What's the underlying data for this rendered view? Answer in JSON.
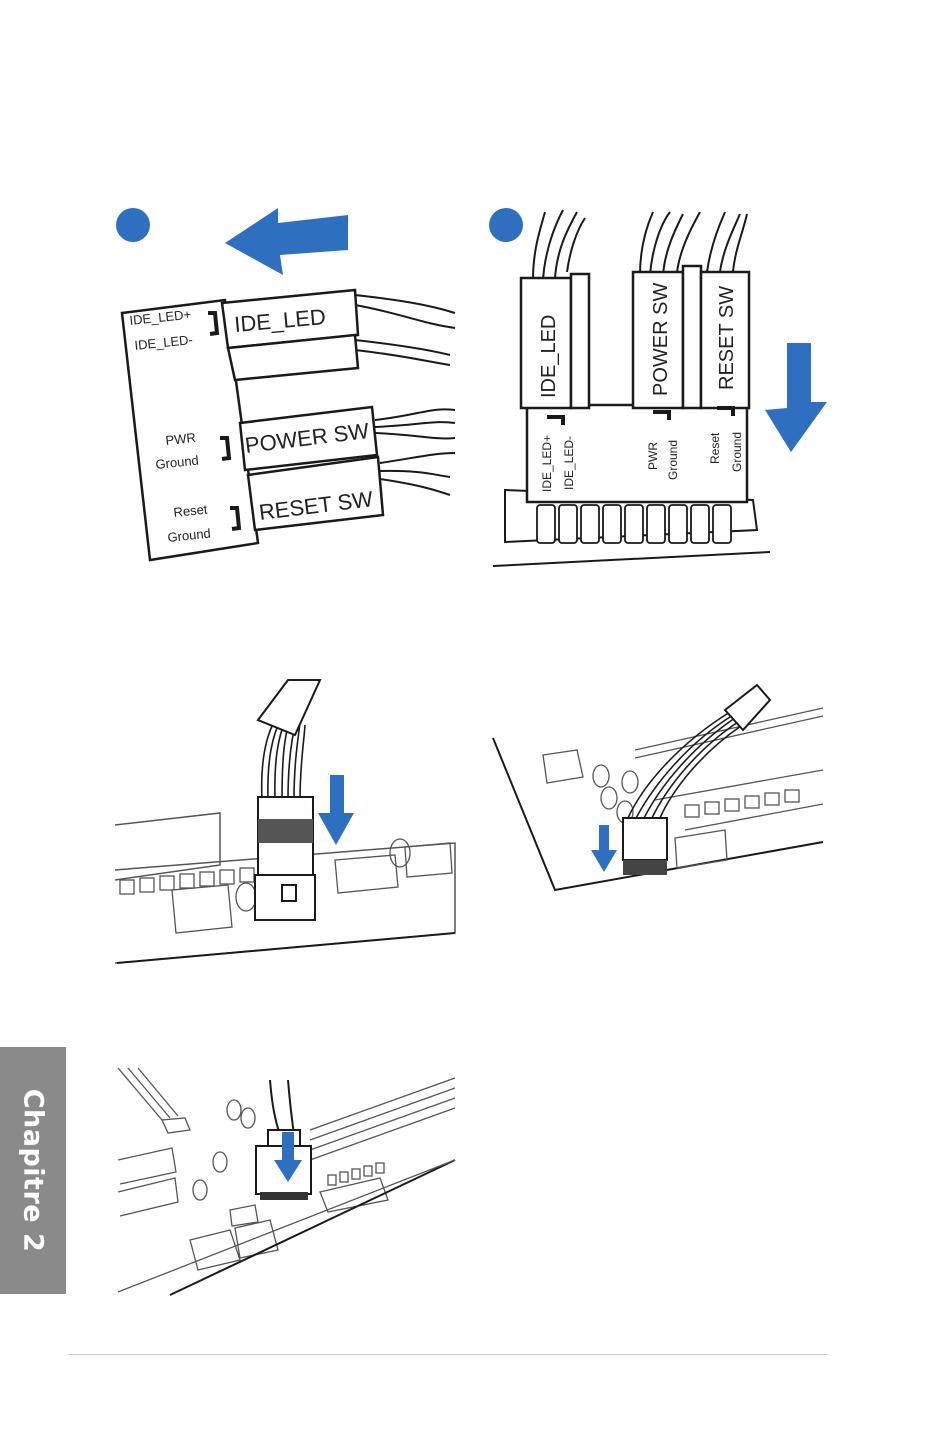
{
  "figure1": {
    "labels": {
      "ide_led_pos": "IDE_LED+",
      "ide_led_neg": "IDE_LED-",
      "pwr": "PWR",
      "ground_pwr": "Ground",
      "reset": "Reset",
      "ground_reset": "Ground"
    },
    "connectors": {
      "ide_led": "IDE_LED",
      "power_sw": "POWER SW",
      "reset_sw": "RESET SW"
    }
  },
  "figure2": {
    "connectors": {
      "ide_led": "IDE_LED",
      "power_sw": "POWER SW",
      "reset_sw": "RESET SW"
    },
    "labels": {
      "ide_led_pos": "IDE_LED+",
      "ide_led_neg": "IDE_LED-",
      "pwr": "PWR",
      "ground_pwr": "Ground",
      "reset": "Reset",
      "ground_reset": "Ground"
    }
  },
  "sidebar": {
    "chapter_label": "Chapitre 2"
  },
  "colors": {
    "accent_blue": "#2f6fbf",
    "tab_gray": "#8a8a8a",
    "line": "#1a1a1a"
  }
}
